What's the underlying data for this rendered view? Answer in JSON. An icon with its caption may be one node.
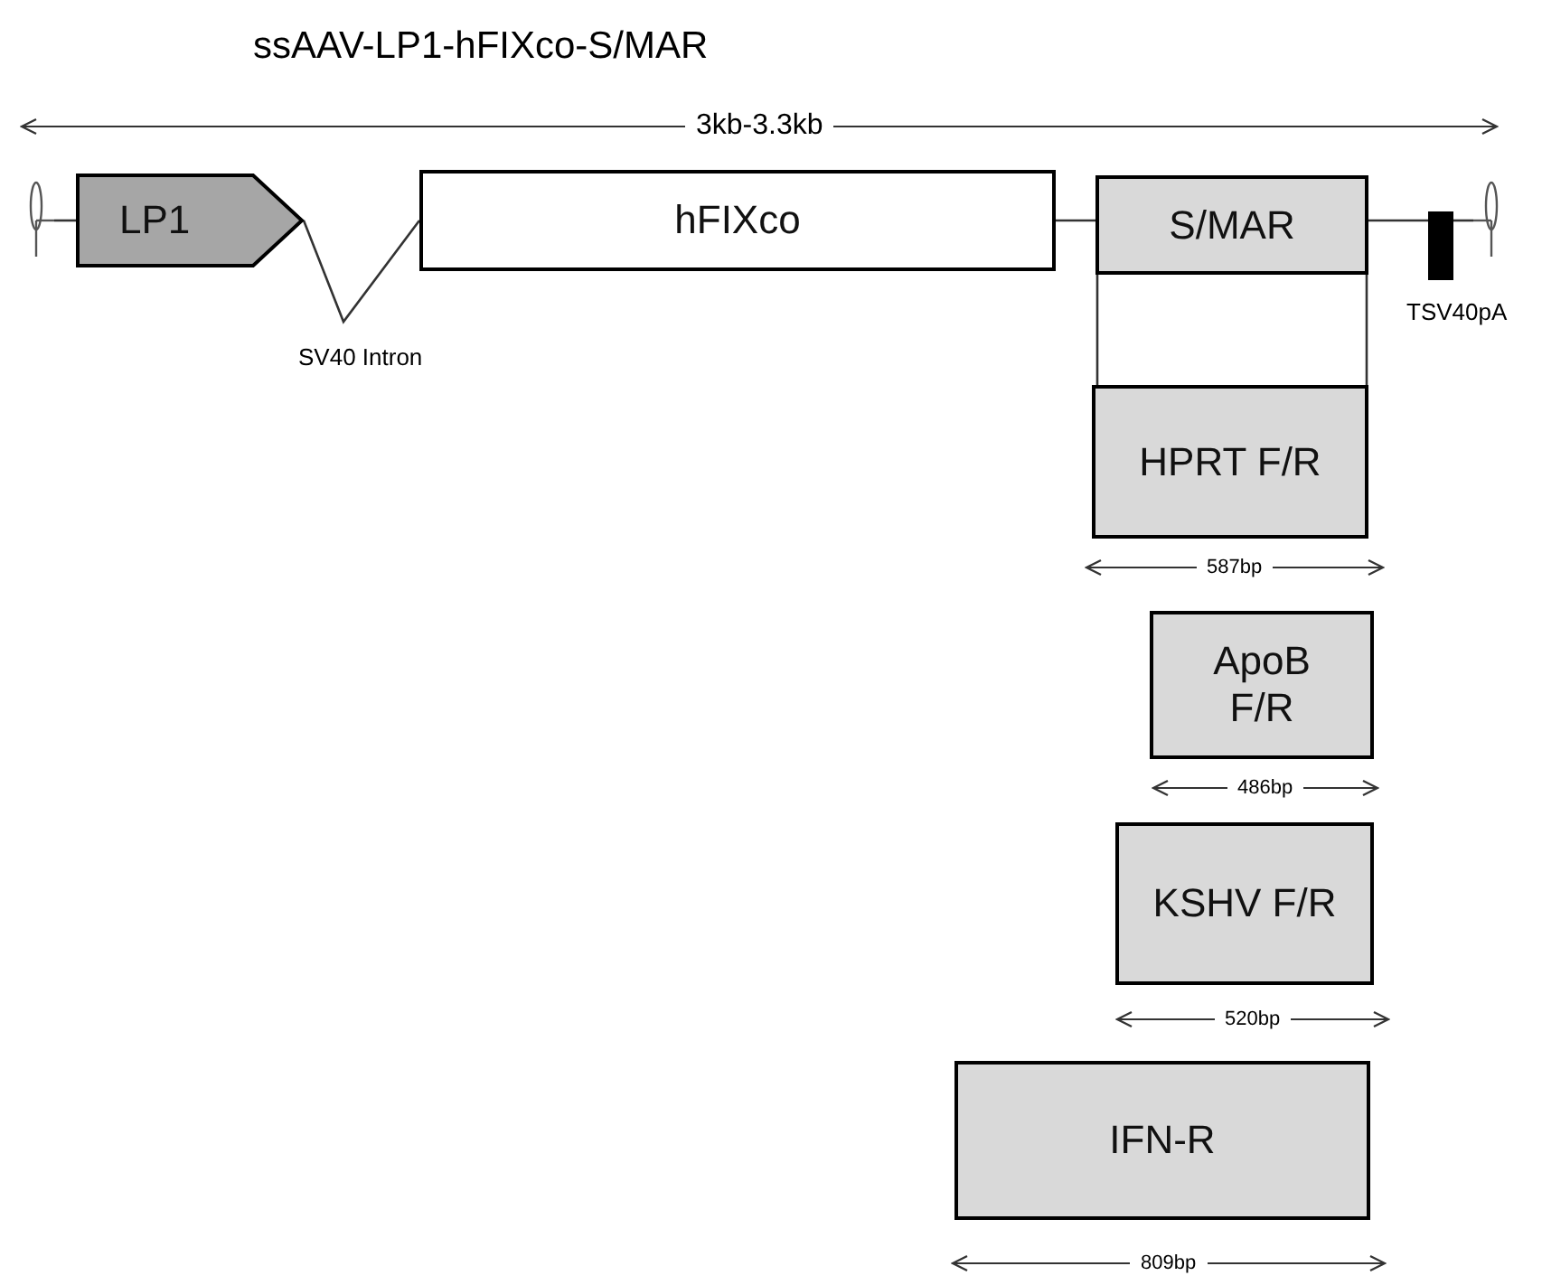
{
  "diagram": {
    "title": "ssAAV-LP1-hFIXco-S/MAR",
    "nodes": [
      {
        "text": [],
        "shape": "hairpin"
      },
      {
        "text": [
          "LP1"
        ]
      },
      {
        "text": [
          "hFIXco"
        ]
      },
      {
        "text": [
          "S/MAR"
        ]
      },
      {
        "text": [],
        "shape": "bar",
        "beside": [
          "TSV40pA"
        ]
      },
      {
        "text": [],
        "shape": "hairpin"
      },
      {
        "text": [
          "HPRT F/R"
        ]
      },
      {
        "text": [
          "ApoB F/R"
        ]
      },
      {
        "text": [
          "KSHV F/R"
        ]
      },
      {
        "text": [
          "IFN-R"
        ]
      }
    ],
    "edges": [
      {
        "from": 0,
        "to": 1,
        "arrow": "none"
      },
      {
        "from": 1,
        "to": 2,
        "arrow": "none",
        "label": "SV40 Intron"
      },
      {
        "from": 2,
        "to": 3,
        "arrow": "none"
      },
      {
        "from": 3,
        "to": 4,
        "arrow": "none"
      },
      {
        "from": 4,
        "to": 5,
        "arrow": "none"
      },
      {
        "from": 3,
        "to": 6,
        "arrow": "none"
      }
    ],
    "labels": [
      "3kb-3.3kb",
      "587bp",
      "486bp",
      "520bp",
      "809bp"
    ]
  }
}
